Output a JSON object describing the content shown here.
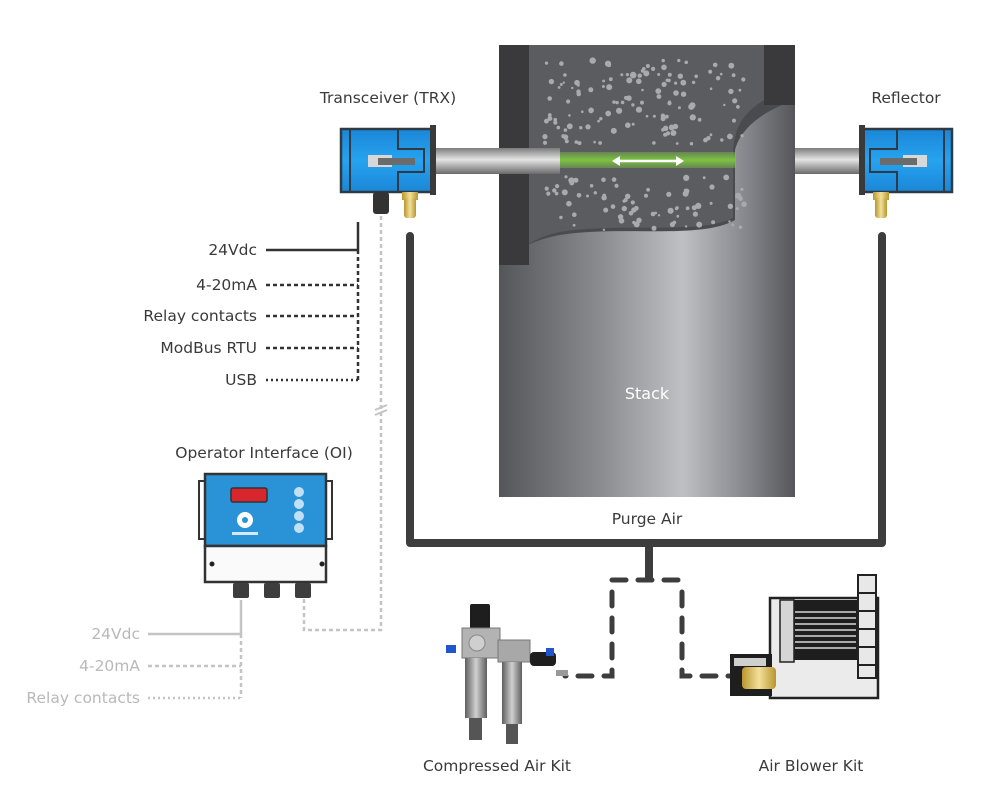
{
  "title_labels": {
    "transceiver": "Transceiver (TRX)",
    "reflector": "Reflector",
    "stack": "Stack",
    "purge_air": "Purge Air",
    "operator_interface": "Operator Interface (OI)",
    "compressed_air_kit": "Compressed Air Kit",
    "air_blower_kit": "Air Blower Kit"
  },
  "trx_connections": [
    {
      "label": "24Vdc",
      "line": "solid"
    },
    {
      "label": "4-20mA",
      "line": "dashed"
    },
    {
      "label": "Relay contacts",
      "line": "dashed"
    },
    {
      "label": "ModBus RTU",
      "line": "dashed"
    },
    {
      "label": "USB",
      "line": "dotted"
    }
  ],
  "oi_connections": [
    {
      "label": "24Vdc",
      "line": "solid"
    },
    {
      "label": "4-20mA",
      "line": "dashed"
    },
    {
      "label": "Relay contacts",
      "line": "dotted"
    }
  ],
  "colors": {
    "device_blue": "#1e8fe0",
    "device_outline": "#2f3a44",
    "beam_green": "#7cc242",
    "fitting_gold": "#d9b84a",
    "pipe_dark": "#3d3d3d",
    "stack_gray": "#8a8b8f",
    "display_red": "#d7262e",
    "light_line": "#c4c4c4"
  },
  "icons": {
    "beam_arrow": "double-headed-arrow",
    "break_marker": "line-break-symbol"
  }
}
